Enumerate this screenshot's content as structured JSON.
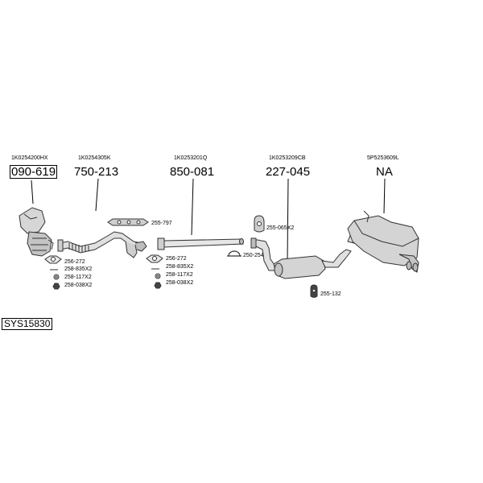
{
  "system_code": "SYS15830",
  "parts": [
    {
      "oe": "1K0254200HX",
      "pn": "090-619"
    },
    {
      "oe": "1K0254305K",
      "pn": "750-213"
    },
    {
      "oe": "1K0253201Q",
      "pn": "850-081"
    },
    {
      "oe": "1K0253209CB",
      "pn": "227-045"
    },
    {
      "oe": "5P5253609L",
      "pn": "NA"
    }
  ],
  "accessories": {
    "group1": [
      "256-272",
      "258-835X2",
      "258-117X2",
      "258-038X2"
    ],
    "group2": [
      "256-272",
      "258-835X2",
      "258-117X2",
      "258-038X2"
    ],
    "mount_255_797": "255-797",
    "hanger_255_065": "255-065X2",
    "clamp_250_254": "250-254",
    "hanger_255_132": "255-132"
  }
}
